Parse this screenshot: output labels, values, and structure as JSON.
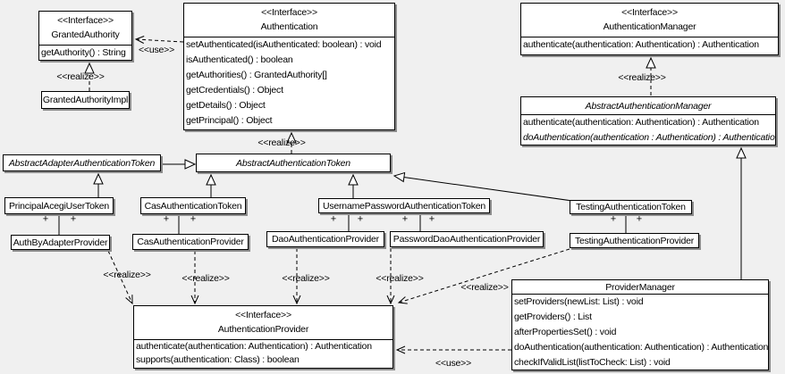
{
  "diagram": {
    "stereotypes": {
      "interface": "<<Interface>>",
      "realize": "<<realize>>",
      "use": "<<use>>"
    },
    "plus": "+",
    "colors": {
      "background": "#f0f0f0",
      "box_fill": "#ffffff",
      "border": "#000000",
      "shadow": "#8c8c8c"
    }
  },
  "classes": [
    {
      "name": "GrantedAuthority",
      "stereotype": "<<Interface>>",
      "methods": [
        "getAuthority() : String"
      ]
    },
    {
      "name": "GrantedAuthorityImpl"
    },
    {
      "name": "Authentication",
      "stereotype": "<<Interface>>",
      "methods": [
        "setAuthenticated(isAuthenticated: boolean) : void",
        "isAuthenticated() : boolean",
        "getAuthorities() : GrantedAuthority[]",
        "getCredentials() : Object",
        "getDetails() : Object",
        "getPrincipal() : Object"
      ]
    },
    {
      "name": "AuthenticationManager",
      "stereotype": "<<Interface>>",
      "methods": [
        "authenticate(authentication: Authentication) : Authentication"
      ]
    },
    {
      "name": "AbstractAuthenticationManager",
      "abstract": true,
      "methods": [
        "authenticate(authentication: Authentication) : Authentication",
        "doAuthentication(authentication : Authentication) : Authentication"
      ]
    },
    {
      "name": "AbstractAdapterAuthenticationToken",
      "abstract": true
    },
    {
      "name": "AbstractAuthenticationToken",
      "abstract": true
    },
    {
      "name": "PrincipalAcegiUserToken"
    },
    {
      "name": "CasAuthenticationToken"
    },
    {
      "name": "UsernamePasswordAuthenticationToken"
    },
    {
      "name": "TestingAuthenticationToken"
    },
    {
      "name": "AuthByAdapterProvider"
    },
    {
      "name": "CasAuthenticationProvider"
    },
    {
      "name": "DaoAuthenticationProvider"
    },
    {
      "name": "PasswordDaoAuthenticationProvider"
    },
    {
      "name": "TestingAuthenticationProvider"
    },
    {
      "name": "AuthenticationProvider",
      "stereotype": "<<Interface>>",
      "methods": [
        "authenticate(authentication: Authentication) : Authentication",
        "supports(authentication: Class) : boolean"
      ]
    },
    {
      "name": "ProviderManager",
      "methods": [
        "setProviders(newList: List) : void",
        "getProviders() : List",
        "afterPropertiesSet() : void",
        "doAuthentication(authentication: Authentication) : Authentication",
        "checkIfValidList(listToCheck: List) : void"
      ]
    }
  ]
}
